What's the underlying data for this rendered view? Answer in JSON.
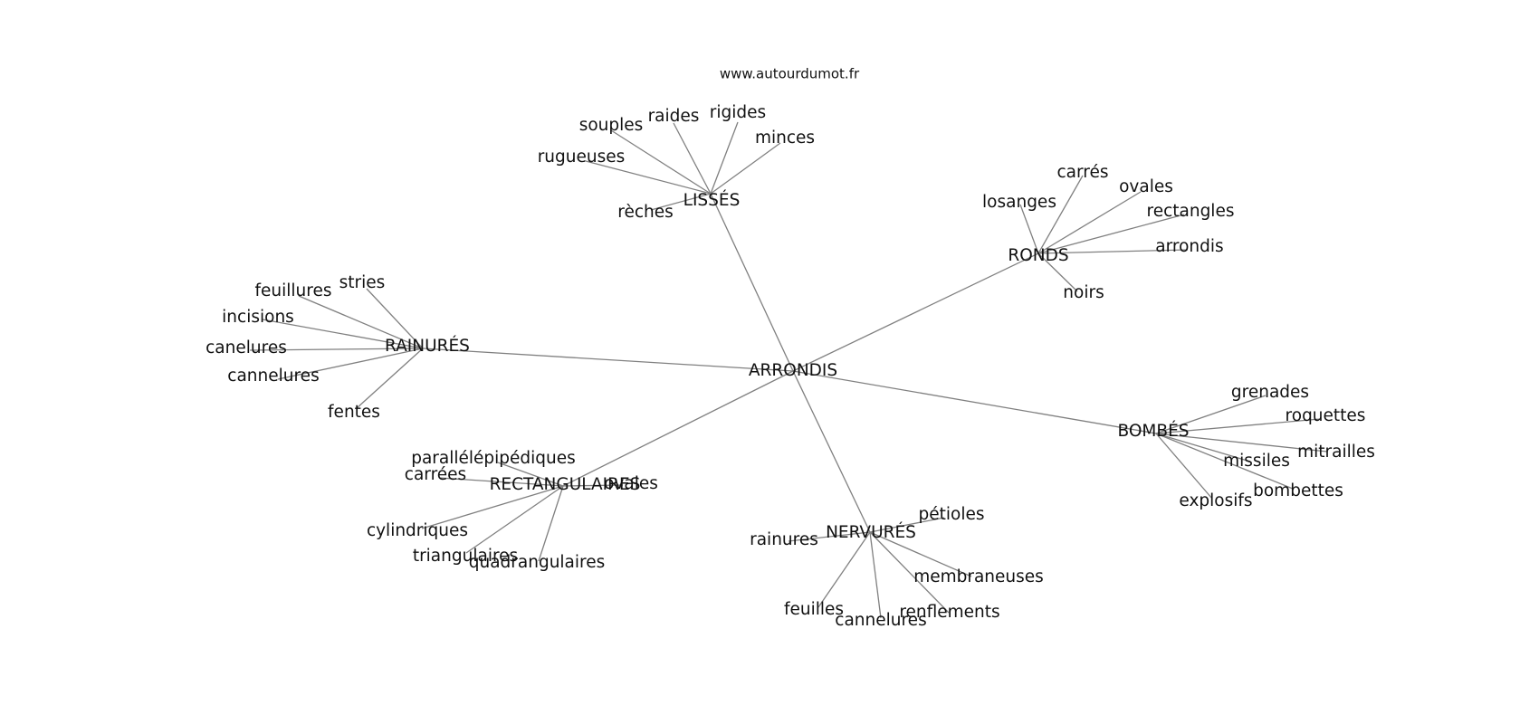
{
  "source": "www.autourdumot.fr",
  "graph": {
    "root": "ARRONDIS",
    "clusters": [
      {
        "id": "lisses",
        "label": "LISSÉS",
        "leaves": [
          {
            "id": "lisses-rigides",
            "label": "rigides"
          },
          {
            "id": "lisses-raides",
            "label": "raides"
          },
          {
            "id": "lisses-souples",
            "label": "souples"
          },
          {
            "id": "lisses-minces",
            "label": "minces"
          },
          {
            "id": "lisses-rugueuses",
            "label": "rugueuses"
          },
          {
            "id": "lisses-reches",
            "label": "rèches"
          }
        ]
      },
      {
        "id": "ronds",
        "label": "RONDS",
        "leaves": [
          {
            "id": "ronds-carres",
            "label": "carrés"
          },
          {
            "id": "ronds-ovales",
            "label": "ovales"
          },
          {
            "id": "ronds-losanges",
            "label": "losanges"
          },
          {
            "id": "ronds-rectangles",
            "label": "rectangles"
          },
          {
            "id": "ronds-arrondis",
            "label": "arrondis"
          },
          {
            "id": "ronds-noirs",
            "label": "noirs"
          }
        ]
      },
      {
        "id": "rainures-cluster",
        "label": "RAINURÉS",
        "leaves": [
          {
            "id": "rainures-stries",
            "label": "stries"
          },
          {
            "id": "rainures-feuillures",
            "label": "feuillures"
          },
          {
            "id": "rainures-incisions",
            "label": "incisions"
          },
          {
            "id": "rainures-canelures",
            "label": "canelures"
          },
          {
            "id": "rainures-cannelures",
            "label": "cannelures"
          },
          {
            "id": "rainures-fentes",
            "label": "fentes"
          }
        ]
      },
      {
        "id": "bombes",
        "label": "BOMBÉS",
        "leaves": [
          {
            "id": "bombes-grenades",
            "label": "grenades"
          },
          {
            "id": "bombes-roquettes",
            "label": "roquettes"
          },
          {
            "id": "bombes-mitrailles",
            "label": "mitrailles"
          },
          {
            "id": "bombes-missiles",
            "label": "missiles"
          },
          {
            "id": "bombes-bombettes",
            "label": "bombettes"
          },
          {
            "id": "bombes-explosifs",
            "label": "explosifs"
          }
        ]
      },
      {
        "id": "rectangulaires",
        "label": "RECTANGULAIRES",
        "leaves": [
          {
            "id": "rect-parallelepipediques",
            "label": "parallélépipédiques"
          },
          {
            "id": "rect-carrees",
            "label": "carrées"
          },
          {
            "id": "rect-ovales",
            "label": "ovales"
          },
          {
            "id": "rect-cylindriques",
            "label": "cylindriques"
          },
          {
            "id": "rect-triangulaires",
            "label": "triangulaires"
          },
          {
            "id": "rect-quadrangulaires",
            "label": "quadrangulaires"
          }
        ]
      },
      {
        "id": "nervures",
        "label": "NERVURÉS",
        "leaves": [
          {
            "id": "nerv-petioles",
            "label": "pétioles"
          },
          {
            "id": "nerv-rainures",
            "label": "rainures"
          },
          {
            "id": "nerv-membraneuses",
            "label": "membraneuses"
          },
          {
            "id": "nerv-renflements",
            "label": "renflements"
          },
          {
            "id": "nerv-feuilles",
            "label": "feuilles"
          },
          {
            "id": "nerv-cannelures",
            "label": "cannelures"
          }
        ]
      }
    ]
  }
}
